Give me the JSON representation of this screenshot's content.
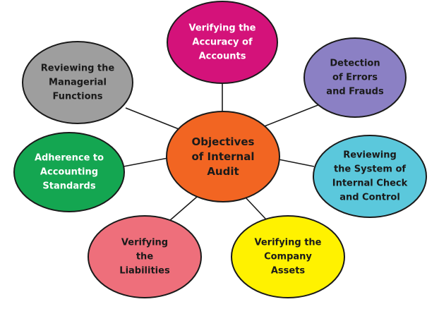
{
  "diagram": {
    "center": {
      "lines": [
        "Objectives",
        "of Internal",
        "Audit"
      ],
      "fill": "#F26522",
      "text_color": "#1a1a1a"
    },
    "nodes": [
      {
        "id": "verifying-accuracy-of-accounts",
        "lines": [
          "Verifying the",
          "Accuracy of",
          "Accounts"
        ],
        "fill": "#D4127A",
        "text_color": "#ffffff"
      },
      {
        "id": "detection-of-errors-and-frauds",
        "lines": [
          "Detection",
          "of Errors",
          "and Frauds"
        ],
        "fill": "#8B80C4",
        "text_color": "#1a1a1a"
      },
      {
        "id": "reviewing-system-of-internal-check",
        "lines": [
          "Reviewing",
          "the System of",
          "Internal Check",
          "and Control"
        ],
        "fill": "#5BC8DC",
        "text_color": "#1a1a1a"
      },
      {
        "id": "verifying-company-assets",
        "lines": [
          "Verifying the",
          "Company",
          "Assets"
        ],
        "fill": "#FFF200",
        "text_color": "#1a1a1a"
      },
      {
        "id": "verifying-the-liabilities",
        "lines": [
          "Verifying",
          "the",
          "Liabilities"
        ],
        "fill": "#EE6F7B",
        "text_color": "#1a1a1a"
      },
      {
        "id": "adherence-to-accounting-standards",
        "lines": [
          "Adherence to",
          "Accounting",
          "Standards"
        ],
        "fill": "#14A651",
        "text_color": "#ffffff"
      },
      {
        "id": "reviewing-managerial-functions",
        "lines": [
          "Reviewing the",
          "Managerial",
          "Functions"
        ],
        "fill": "#9E9E9E",
        "text_color": "#1a1a1a"
      }
    ]
  }
}
